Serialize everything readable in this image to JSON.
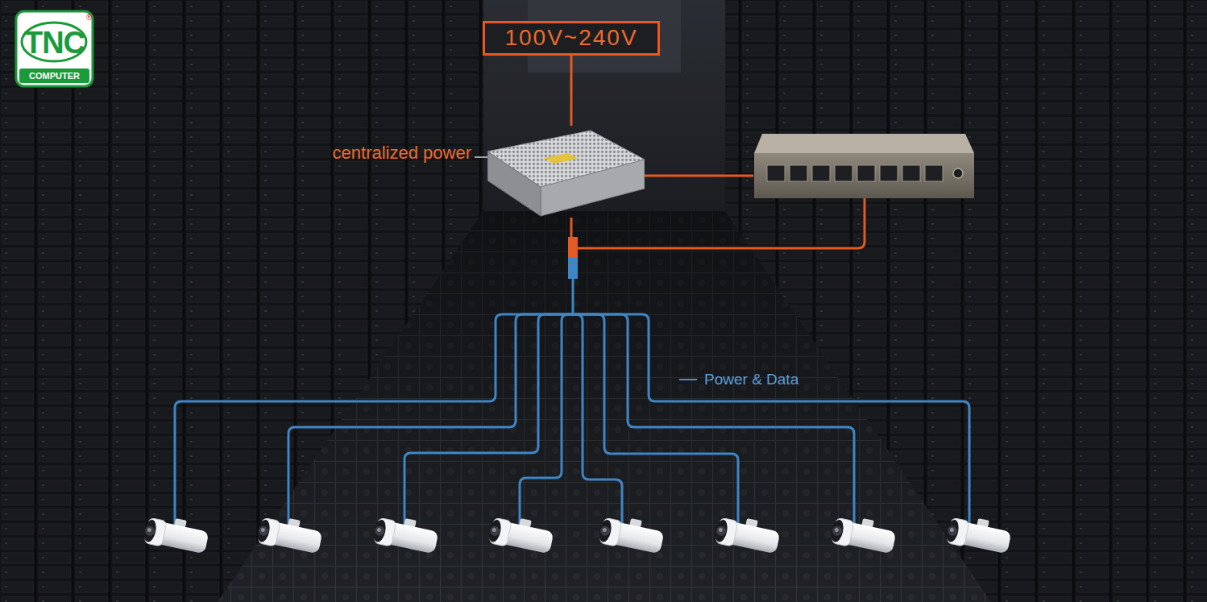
{
  "diagram": {
    "nodes": [
      {
        "text": [
          "100V~240V"
        ]
      },
      {
        "text": [
          "centralized power"
        ]
      }
    ],
    "edges": [
      {
        "from": 0,
        "to": 1,
        "arrow": "none"
      }
    ],
    "labels": [
      "TNC",
      "®",
      "COMPUTER"
    ],
    "legend": [
      {
        "text": "Power & Data"
      }
    ]
  }
}
